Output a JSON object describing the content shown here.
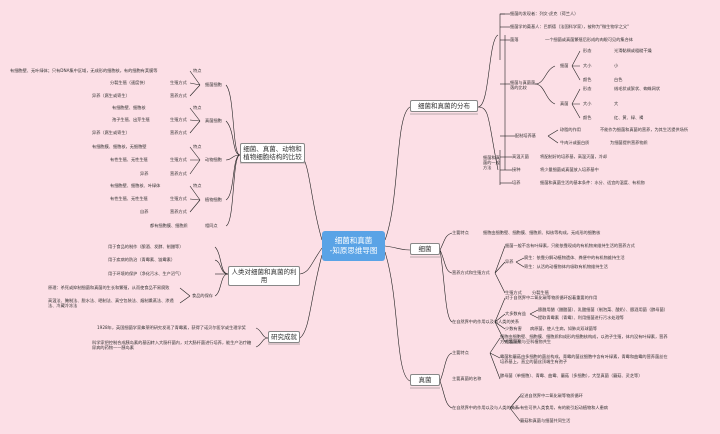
{
  "central": {
    "line1": "细菌和真菌",
    "line2": "-知原思维导图"
  },
  "branches": {
    "distribution": "细菌和真菌的分布",
    "comparison_1": "细菌、真菌、动物和",
    "comparison_2": "植物细胞结构的比较",
    "bacteria": "细菌",
    "human_use": "人类对细菌和真菌的利用",
    "research": "研究成就",
    "fungi": "真菌"
  },
  "distribution": {
    "r1": "细菌的发现者：列文·虎克（荷兰人）",
    "r2": "细菌学的奠基人：巴斯德（法国科学家），被称为\"微生物学之父\"",
    "r3": "菌落",
    "r3d": "一个细菌或真菌繁殖后形成的肉眼可见的集合体",
    "r4": "细菌与真菌菌落的比较",
    "xj": "细菌",
    "zj": "真菌",
    "sub": {
      "size": "大小",
      "shape": "形态",
      "color": "颜色"
    },
    "xj_vals": {
      "shape": "光滑黏稠或粗糙干燥",
      "size": "小",
      "color": "白色"
    },
    "zj_vals": {
      "shape": "绒毛状或絮状、蜘蛛网状",
      "size": "大",
      "color": "红、黄、绿、褐"
    },
    "r5": "细菌和真菌的一般方法",
    "r5a": "配制培养基",
    "r5a1": "琼脂的作用",
    "r5a1d": "不能作为细菌和真菌的营养，为其生活提供场所",
    "r5a2": "牛肉汁或蛋白质",
    "r5a2d": "为细菌提供营养物质",
    "r5b": "高温灭菌",
    "r5bd": "将配制好的培养基，高温灭菌，冷却",
    "r5c": "接种",
    "r5cd": "将少量细菌或真菌放入培养基中",
    "r5d": "培养",
    "r5dd": "细菌和真菌生活的基本条件：水分、适宜的温度、有机物"
  },
  "comparison": {
    "l1": "有细胞壁、无叶绿体；只有DNA集中区域，无成形的细胞核，有的细胞有荚膜等",
    "l1k": "特点",
    "l2": "分裂生殖（速度快）",
    "l2k": "生殖方式",
    "l3": "异养（腐生或寄生）",
    "l3k": "营养方式",
    "g1": "细菌细胞",
    "l4": "有细胞壁、细胞核",
    "l4k": "特点",
    "l5": "孢子生殖、出芽生殖",
    "l5k": "生殖方式",
    "l6": "异养（腐生或寄生）",
    "l6k": "营养方式",
    "g2": "真菌细胞",
    "l7": "有细胞膜、细胞核，无细胞壁",
    "l7k": "特点",
    "l8": "有性生殖、无性生殖",
    "l8k": "生殖方式",
    "l9": "异养",
    "l9k": "营养方式",
    "g3": "动物细胞",
    "l10": "有细胞壁、细胞核、叶绿体",
    "l10k": "特点",
    "l11": "有性生殖、无性生殖",
    "l11k": "生殖方式",
    "l12": "自养",
    "l12k": "营养方式",
    "g4": "植物细胞",
    "l13": "都有细胞膜、细胞质",
    "l13k": "相同点"
  },
  "bacteria": {
    "main": "主要特点",
    "maind": "细胞由细胞壁、细胞膜、细胞质、拟核等构成，无成形的细胞核",
    "b1": "营养方式和生殖方式",
    "b1a": "细菌一般不含有叶绿素，只能依靠现成的有机物来维持生活的营养方式",
    "b1b": "异养",
    "b1b1": "腐生：依靠分解动植物遗体、粪便中的有机物维持生活",
    "b1b2": "寄生：从活的动植物体内吸取有机物维持生活",
    "b1c": "生殖方式",
    "b1cd": "分裂生殖",
    "b2": "在自然界中的作用以及与人类的关系",
    "b2a": "对于自然界中二氧化碳等物质循环起着重要的作用",
    "b2b": "大多数有益",
    "b2b1": "酿醋用醋（醋酸菌）、乳酸细菌（制泡菜、酸奶）、酿酒用菌（酵母菌）",
    "b2b2": "提取青霉素（青霉）、利用细菌进行污水处理等",
    "b2c": "少数有害",
    "b2cd": "病原菌，使人生病，如肺炎双球菌等",
    "b2d": "根瘤菌能与豆科植物共生"
  },
  "human": {
    "h1": "用于食品的制作（酿酒、发酵、制醋等）",
    "h2": "用于疾病的防治（青霉素、链霉素）",
    "h3": "用于环境的保护（净化污水、生产沼气）",
    "h4": "食品的保存",
    "h4a": "原理：杀死或抑制细菌和真菌的生长和繁殖，从而使食品不易腐败",
    "h4b": "高温法、腌制法、脱水法、晒制法、真空包装法、烟制熏蒸法、渗透法、冷藏冷冻法"
  },
  "research": {
    "r1": "1928年，英国细菌学家弗莱明研究发现了青霉素，获得了诺贝尔医学或生理学奖",
    "r2": "科学家把控制合成胰岛素的基因转入大肠杆菌内，对大肠杆菌进行培养，能生产治疗糖尿病的药物——胰岛素"
  },
  "fungi": {
    "f1": "主要特点",
    "f1a": "细胞由细胞壁、细胞膜、细胞质和成形的细胞核构成，以孢子生殖，体内没有叶绿素，营养方式是异养",
    "f1b": "霉菌和蘑菇由多细胞的菌丝构成，青霉的菌丝细胞中含有叶绿素，青霉和曲霉的营养菌丝在培养基上，直立的菌丝顶端生有孢子",
    "f1c": "主要真菌的名称",
    "f1cd": "酵母菌（单细胞）、青霉、曲霉、蘑菇（多细胞），大型真菌（蘑菇、灵芝等）",
    "f2": "在自然界中的作用以及与人类的关系",
    "f2a": "促进自然界中二氧化碳等物质循环",
    "f2b": "有些可供人类食用，有的能引起动植物和人患病",
    "f2c": "蘑菇和真菌与细菌共同生活"
  }
}
